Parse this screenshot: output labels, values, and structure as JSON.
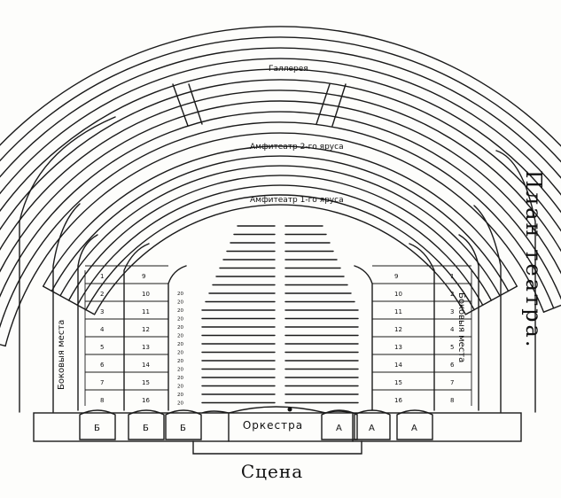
{
  "title": "План театра.",
  "stage": "Сцена",
  "orchestra": "Оркестра",
  "gallery": "Галлерея",
  "amphitheatre_2": "Амфитеатр 2-го яруса",
  "amphitheatre_1": "Амфитеатр 1-го яруса",
  "side_boxes_left": "Боковыя места",
  "side_boxes_right": "Боковыя места",
  "box_letter_left": "Б",
  "box_letter_right": "А",
  "left_box_numbers": [
    "1",
    "2",
    "3",
    "4",
    "5",
    "6",
    "7",
    "8",
    "9",
    "10",
    "11",
    "12",
    "13",
    "14",
    "15",
    "16"
  ],
  "right_box_numbers": [
    "1",
    "2",
    "3",
    "4",
    "5",
    "6",
    "7",
    "8",
    "9",
    "10",
    "11",
    "12",
    "13",
    "14",
    "15",
    "16"
  ],
  "stall_row_label": "20"
}
